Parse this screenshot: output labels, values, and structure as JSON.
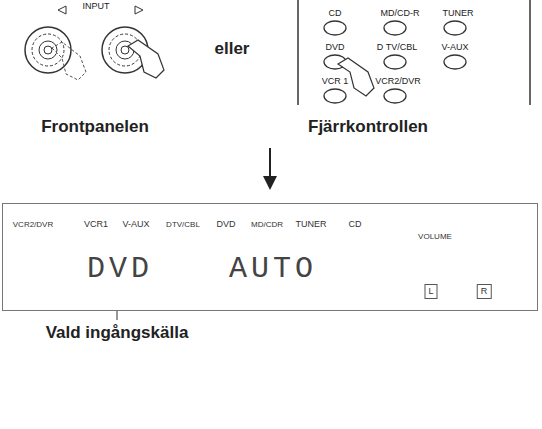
{
  "diagram": {
    "nodes": [
      {
        "text": [
          "VCR2/DVR",
          "VCR1",
          "V-AUX",
          "DTV/CBL",
          "DVD",
          "MD/CDR",
          "TUNER",
          "CD",
          "VOLUME",
          "DVD",
          "AUTO",
          "L",
          "R"
        ]
      }
    ],
    "labels": [
      "INPUT",
      "eller",
      "CD",
      "MD/CD-R",
      "TUNER",
      "DVD",
      "D TV/CBL",
      "V-AUX",
      "VCR 1",
      "VCR2/DVR",
      "Frontpanelen",
      "Fjärrkontrollen",
      "Vald ingångskälla"
    ]
  }
}
